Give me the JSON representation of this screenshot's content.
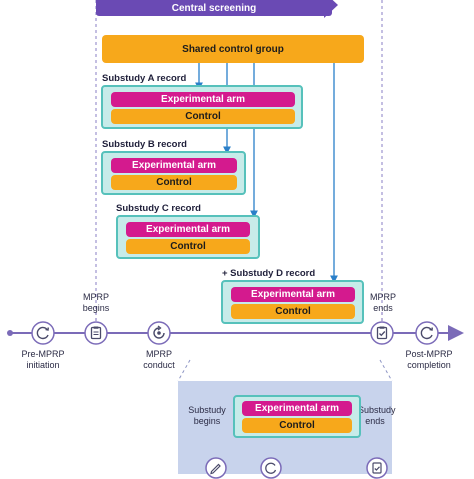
{
  "screening": {
    "label": "Central screening"
  },
  "shared_control": {
    "label": "Shared control group"
  },
  "substudies": [
    {
      "title": "Substudy A record",
      "experimental": "Experimental arm",
      "control": "Control"
    },
    {
      "title": "Substudy B record",
      "experimental": "Experimental arm",
      "control": "Control"
    },
    {
      "title": "Substudy C record",
      "experimental": "Experimental arm",
      "control": "Control"
    },
    {
      "title": "+ Substudy D record",
      "experimental": "Experimental arm",
      "control": "Control"
    }
  ],
  "timeline": {
    "pre_initiation": [
      "Pre-MPRP",
      "initiation"
    ],
    "begins": [
      "MPRP",
      "begins"
    ],
    "conduct": [
      "MPRP",
      "conduct"
    ],
    "ends": [
      "MPRP",
      "ends"
    ],
    "post_completion": [
      "Post-MPRP",
      "completion"
    ]
  },
  "inset": {
    "begins": [
      "Substudy",
      "begins"
    ],
    "ends": [
      "Substudy",
      "ends"
    ],
    "experimental": "Experimental arm",
    "control": "Control"
  },
  "icons": [
    "cycle-icon",
    "clipboard-icon",
    "gear-cycle-icon",
    "clipboard-check-icon",
    "pen-icon"
  ],
  "colors": {
    "experimental": "#d41a8e",
    "control": "#f7a81b",
    "record_box": "#c7ebe9",
    "record_border": "#56c1bb",
    "screening": "#6a4ab4",
    "flow_line": "#2a7fc9",
    "timeline": "#7b6bb8",
    "inset_bg": "#c8d3ec"
  }
}
